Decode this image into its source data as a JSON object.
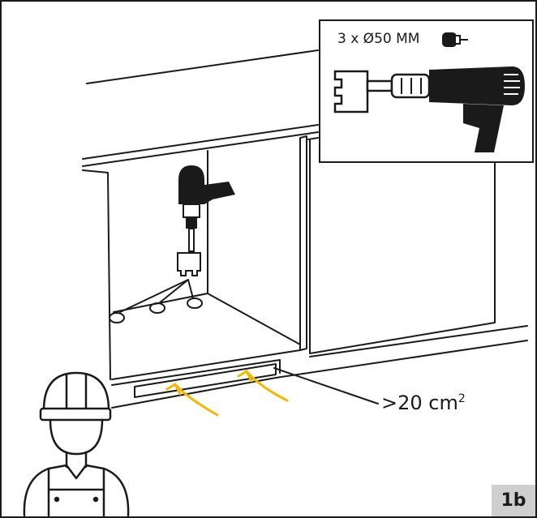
{
  "inset": {
    "drill_bit_spec": "3 x Ø50 MM"
  },
  "ventilation": {
    "value": ">20 cm",
    "exponent": "2"
  },
  "figure": {
    "badge": "1b"
  },
  "colors": {
    "line": "#1a1a1a",
    "airflow_arrow": "#f5b800",
    "badge_bg": "#cfcfcf"
  },
  "icons": [
    "worker-helmet-icon",
    "drill-icon",
    "hole-saw-icon",
    "airflow-arrow-icon"
  ]
}
